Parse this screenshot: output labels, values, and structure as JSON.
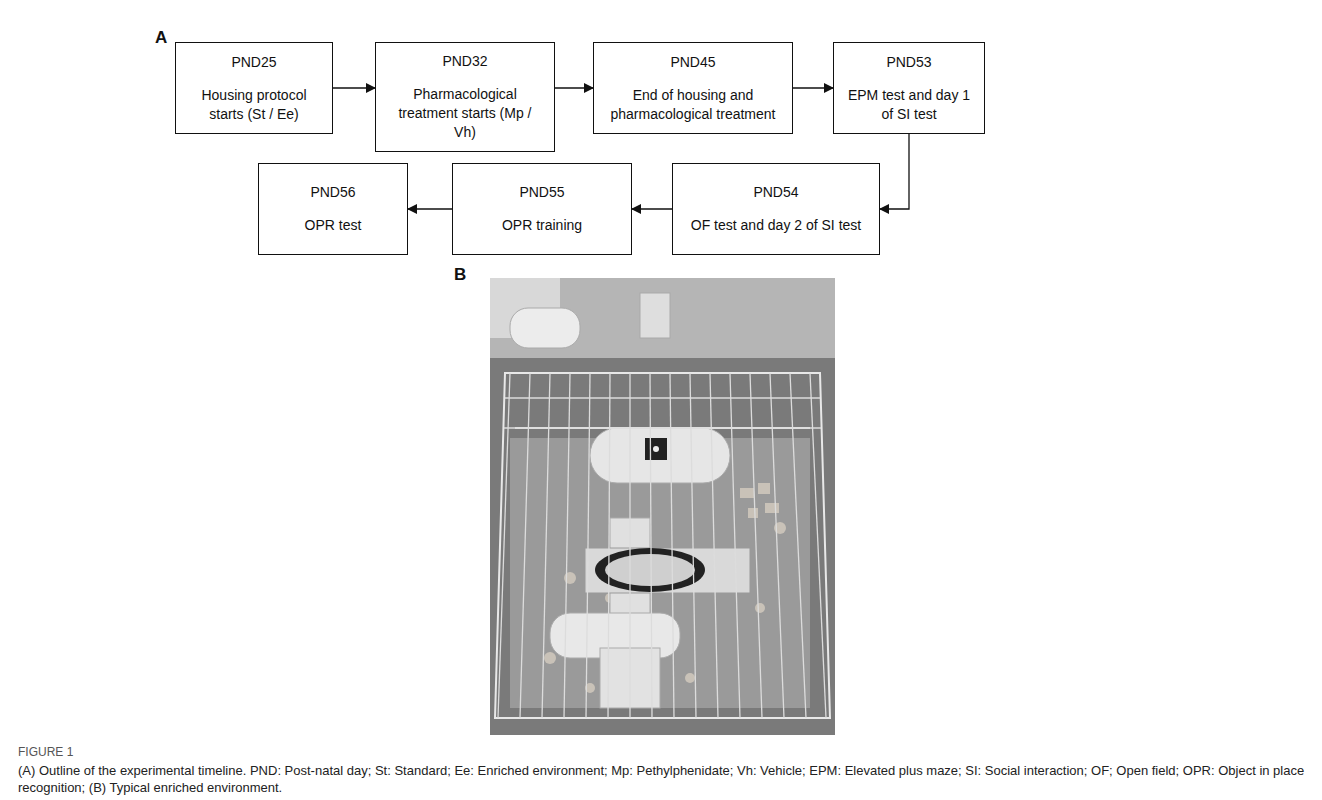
{
  "diagram": {
    "caption": "(A) Outline of the experimental timeline. PND: Post-natal day; St: Standard; Ee: Enriched environment; Mp: Pethylphenidate; Vh: Vehicle; EPM: Elevated plus maze; SI: Social interaction; OF; Open field; OPR: Object in place recognition; (B) Typical enriched environment.",
    "nodes": [
      {
        "text": [
          "PND25",
          "Housing protocol starts (St / Ee)"
        ]
      },
      {
        "text": [
          "PND32",
          "Pharmacological treatment starts (Mp / Vh)"
        ]
      },
      {
        "text": [
          "PND45",
          "End of housing and pharmacological treatment"
        ]
      },
      {
        "text": [
          "PND53",
          "EPM test and day 1 of SI test"
        ]
      },
      {
        "text": [
          "PND54",
          "OF test and day 2 of SI test"
        ]
      },
      {
        "text": [
          "PND55",
          "OPR training"
        ]
      },
      {
        "text": [
          "PND56",
          "OPR test"
        ]
      }
    ],
    "edges": [
      {
        "from": 0,
        "to": 1,
        "arrow": "to"
      },
      {
        "from": 1,
        "to": 2,
        "arrow": "to"
      },
      {
        "from": 2,
        "to": 3,
        "arrow": "to"
      },
      {
        "from": 3,
        "to": 4,
        "arrow": "to"
      },
      {
        "from": 4,
        "to": 5,
        "arrow": "to"
      },
      {
        "from": 5,
        "to": 6,
        "arrow": "to"
      }
    ],
    "labels": [
      "A",
      "B",
      "FIGURE 1"
    ]
  }
}
